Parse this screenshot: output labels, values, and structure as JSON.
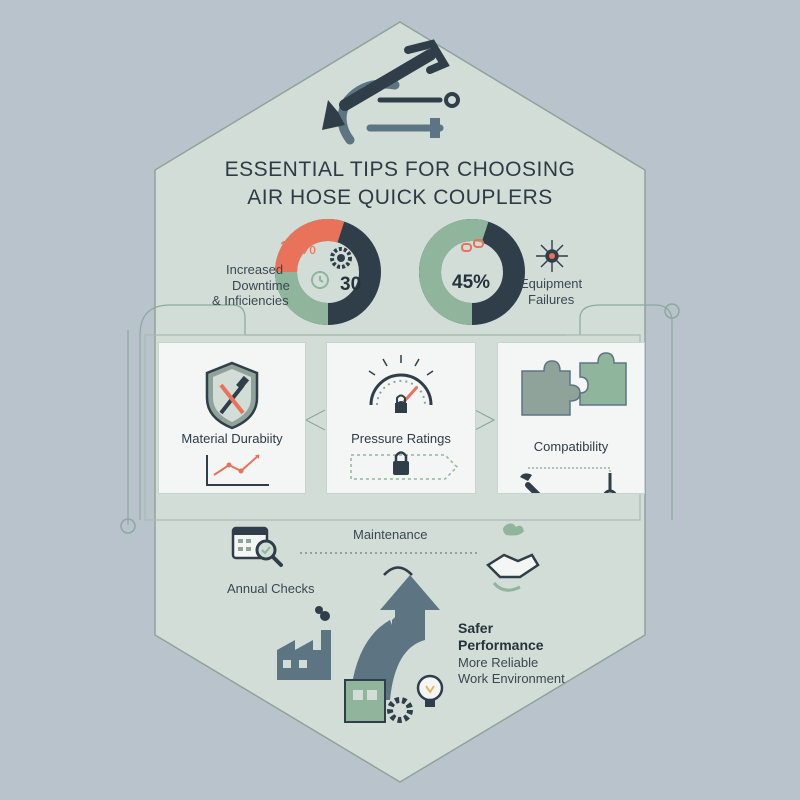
{
  "title": {
    "line1": "ESSENTIAL TIPS FOR CHOOSING",
    "line2": "AIR HOSE QUICK COUPLERS"
  },
  "stats": [
    {
      "overlay": "30%",
      "value": "30",
      "label_line1": "Increased",
      "label_line2": "Downtime",
      "label_line3": "& Inficiencies",
      "fraction": 0.3
    },
    {
      "value": "45%",
      "label_line1": "Equipment",
      "label_line2": "Failures",
      "fraction": 0.45
    }
  ],
  "cards": [
    {
      "label": "Material Durabiity",
      "icon": "shield-hammer-icon"
    },
    {
      "label": "Pressure Ratings",
      "icon": "gauge-lock-icon"
    },
    {
      "label": "Compatibility",
      "icon": "puzzle-icon"
    }
  ],
  "maintenance": {
    "label": "Maintenance",
    "checks_label": "Annual Checks"
  },
  "outcome": {
    "line1": "Safer",
    "line2": "Performance",
    "line3": "More Reliable",
    "line4": "Work Environment"
  },
  "colors": {
    "accent_red": "#e9735a",
    "green": "#8fb59c",
    "dark": "#2f3e48",
    "slate": "#5d7583",
    "hex_fill": "#d3ddd8"
  }
}
